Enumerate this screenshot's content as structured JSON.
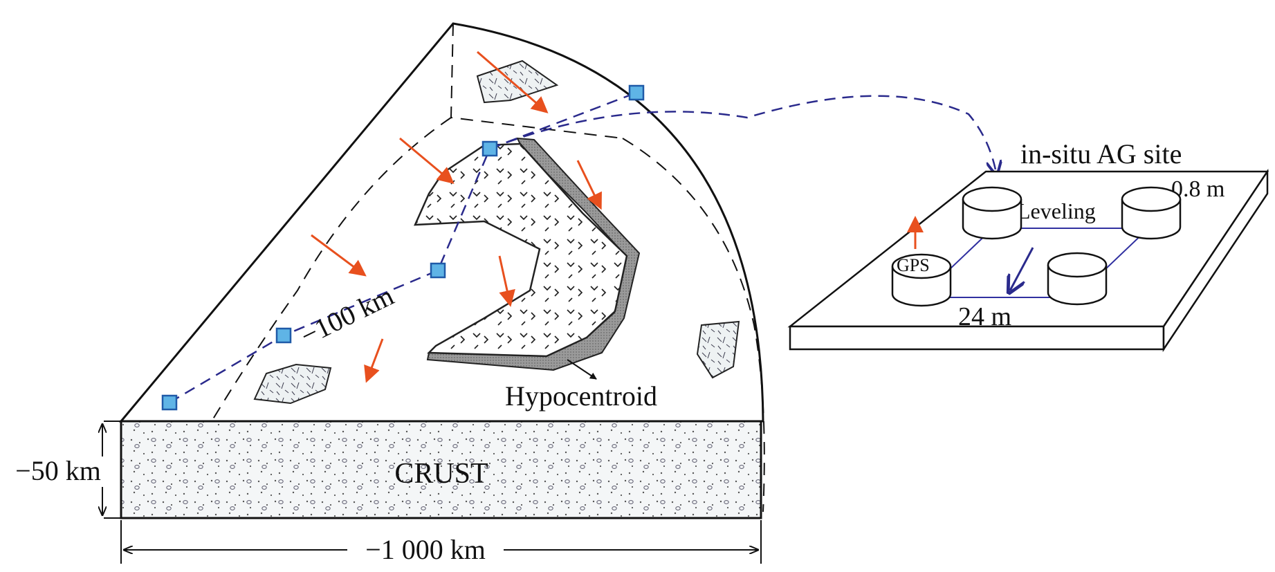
{
  "labels": {
    "depth": "−50 km",
    "width": "−1 000 km",
    "crust": "CRUST",
    "hypocentroid": "Hypocentroid",
    "profile": "−100 km",
    "site_title": "in-situ AG site",
    "height": "0.8 m",
    "leveling": "Leveling",
    "gps": "GPS",
    "baseline": "24 m"
  },
  "colors": {
    "outline": "#111111",
    "red_arrow": "#e8501e",
    "blue_path": "#2a2a8c",
    "station_fill": "#5fb4e6",
    "station_stroke": "#1f5aa8",
    "crust_fill": "#f4f6f7",
    "hatch_fill": "#eef2f3",
    "fault_fill": "#8f8f8f"
  },
  "icons": {
    "station": "square-station-icon",
    "motion": "red-arrow-icon",
    "cylinder": "cylinder-icon"
  }
}
